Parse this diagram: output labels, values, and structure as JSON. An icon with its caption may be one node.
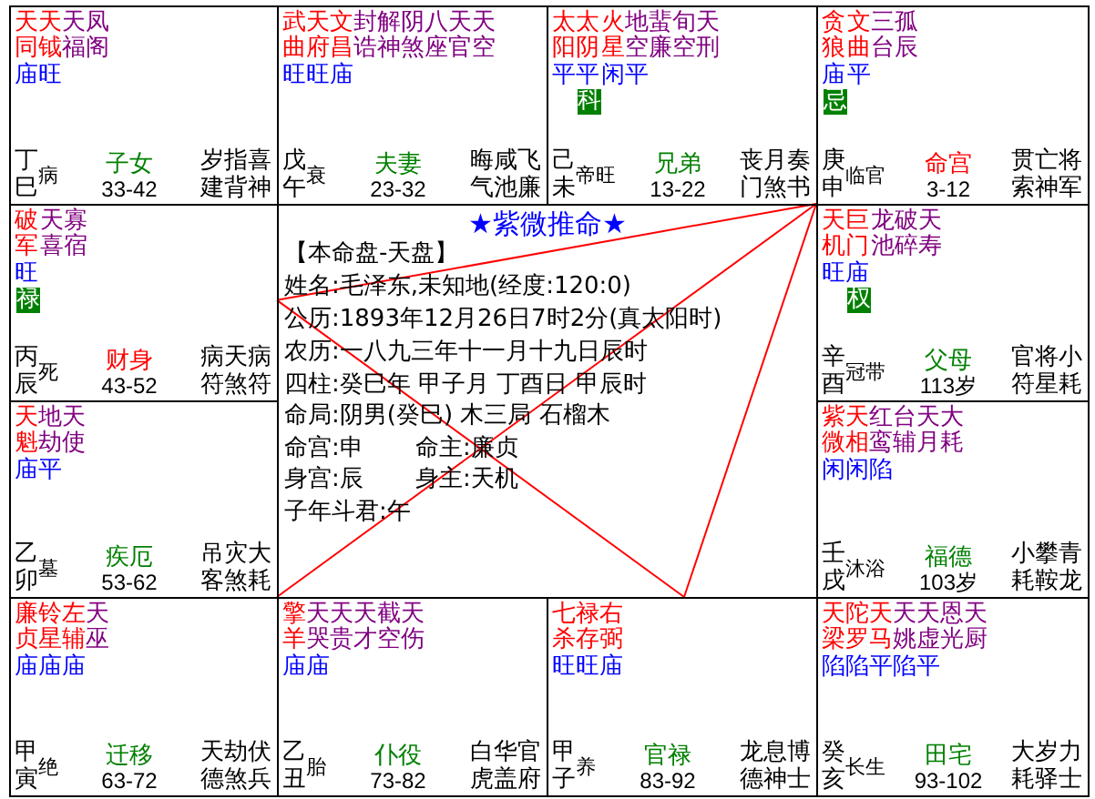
{
  "diagram": {
    "title": "★紫微推命★",
    "nodes": [
      {
        "text": [
          "天同",
          "天钺",
          "天福",
          "凤阁",
          "庙",
          "旺",
          "丁巳",
          "病",
          "子女",
          "33-42",
          "岁建",
          "指背",
          "喜神"
        ]
      },
      {
        "text": [
          "武曲",
          "天府",
          "文昌",
          "封诰",
          "解神",
          "阴煞",
          "八座",
          "天官",
          "天空",
          "旺",
          "旺",
          "庙",
          "戊午",
          "衰",
          "夫妻",
          "23-32",
          "晦气",
          "咸池",
          "飞廉"
        ]
      },
      {
        "text": [
          "太阳",
          "太阴",
          "火星",
          "地空",
          "蜚廉",
          "旬空",
          "天刑",
          "平",
          "平",
          "闲",
          "平",
          "科",
          "己未",
          "帝旺",
          "兄弟",
          "13-22",
          "丧门",
          "月煞",
          "奏书"
        ]
      },
      {
        "text": [
          "贪狼",
          "文曲",
          "三台",
          "孤辰",
          "庙",
          "平",
          "忌",
          "庚申",
          "临官",
          "命宫",
          "3-12",
          "贯索",
          "亡神",
          "将军"
        ]
      },
      {
        "text": [
          "破军",
          "天喜",
          "寡宿",
          "旺",
          "禄",
          "丙辰",
          "死",
          "财身",
          "43-52",
          "病符",
          "天煞",
          "病符"
        ]
      },
      {
        "text": [
          "天机",
          "巨门",
          "龙池",
          "破碎",
          "天寿",
          "旺",
          "庙",
          "权",
          "辛酉",
          "冠带",
          "父母",
          "113岁",
          "官符",
          "将星",
          "小耗"
        ]
      },
      {
        "text": [
          "天魁",
          "地劫",
          "天使",
          "庙",
          "平",
          "乙卯",
          "墓",
          "疾厄",
          "53-62",
          "吊客",
          "灾煞",
          "大耗"
        ]
      },
      {
        "text": [
          "紫微",
          "天相",
          "红鸾",
          "台辅",
          "天月",
          "大耗",
          "闲",
          "闲",
          "陷",
          "壬戌",
          "沐浴",
          "福德",
          "103岁",
          "小耗",
          "攀鞍",
          "青龙"
        ]
      },
      {
        "text": [
          "廉贞",
          "铃星",
          "左辅",
          "天巫",
          "庙",
          "庙",
          "庙",
          "甲寅",
          "绝",
          "迁移",
          "63-72",
          "天德",
          "劫煞",
          "伏兵"
        ]
      },
      {
        "text": [
          "擎羊",
          "天哭",
          "天贵",
          "天才",
          "截空",
          "天伤",
          "庙",
          "庙",
          "乙丑",
          "胎",
          "仆役",
          "73-82",
          "白虎",
          "华盖",
          "官府"
        ]
      },
      {
        "text": [
          "七杀",
          "禄存",
          "右弼",
          "旺",
          "旺",
          "庙",
          "甲子",
          "养",
          "官禄",
          "83-92",
          "龙德",
          "息神",
          "博士"
        ]
      },
      {
        "text": [
          "天梁",
          "陀罗",
          "天马",
          "天姚",
          "天虚",
          "恩光",
          "天厨",
          "陷",
          "陷",
          "平",
          "陷",
          "平",
          "癸亥",
          "长生",
          "田宅",
          "93-102",
          "大耗",
          "岁驿",
          "力士"
        ]
      }
    ],
    "edges": [
      {
        "from": 3,
        "to": 4,
        "arrow": "none"
      },
      {
        "from": 3,
        "to": 10,
        "arrow": "none"
      },
      {
        "from": 3,
        "to": 8,
        "arrow": "none"
      },
      {
        "from": 4,
        "to": 10,
        "arrow": "none"
      }
    ],
    "labels": [
      "【本命盘-天盘】",
      "姓名:毛泽东,未知地(经度:120:0)",
      "公历:1893年12月26日7时2分(真太阳时)",
      "农历:一八九三年十一月十九日辰时",
      "四柱:癸巳年 甲子月 丁酉日 甲辰时",
      "命局:阴男(癸巳) 木三局 石榴木",
      "命宫:申",
      "命主:廉贞",
      "身宫:辰",
      "身主:天机",
      "子年斗君:午"
    ]
  }
}
